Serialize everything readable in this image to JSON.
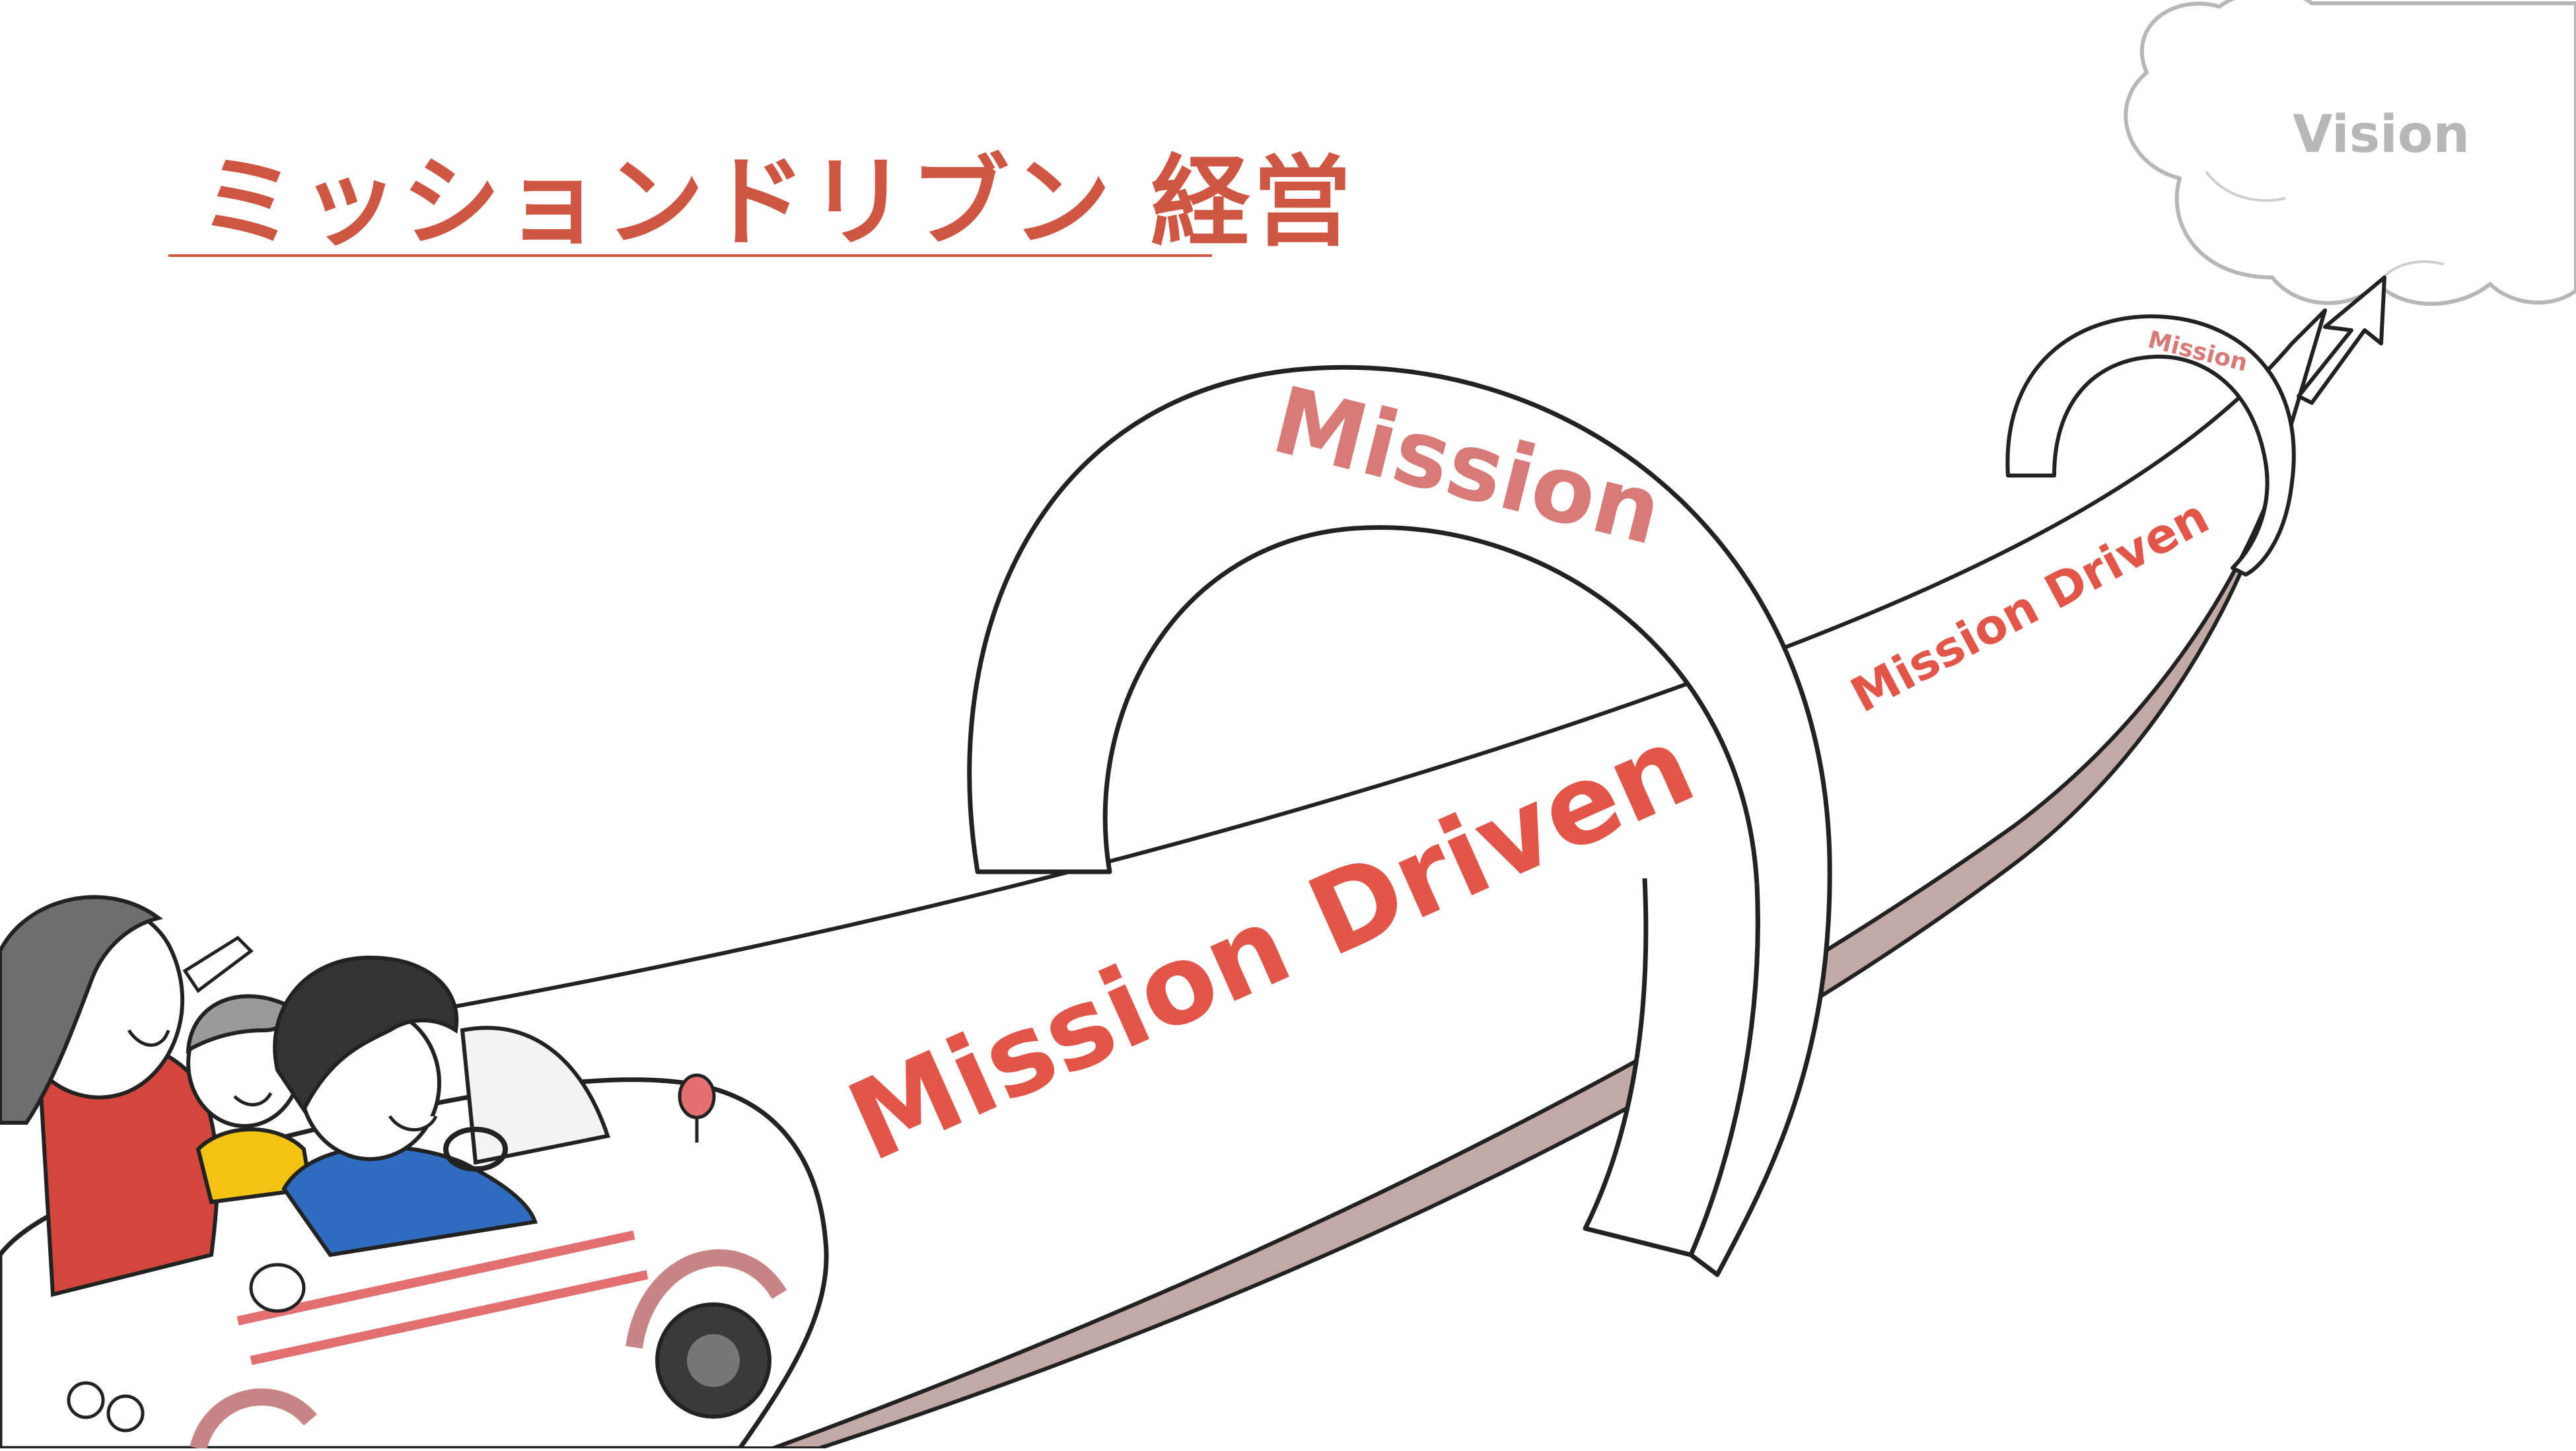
{
  "title": "ミッションドリブン 経営",
  "labels": {
    "vision": "Vision",
    "arch_near": "Mission",
    "arch_far": "Mission",
    "road_near": "Mission Driven",
    "road_far": "Mission Driven"
  },
  "colors": {
    "accent": "#cf5642",
    "accent_soft": "#d87a78",
    "road_side": "#c2a9a6",
    "cloud": "#b7b7b7",
    "shirt_red": "#d2463e",
    "shirt_yellow": "#f2c313",
    "shirt_blue": "#2f6cc0",
    "hair_dark": "#333333",
    "hair_grey": "#8a8a8a"
  }
}
